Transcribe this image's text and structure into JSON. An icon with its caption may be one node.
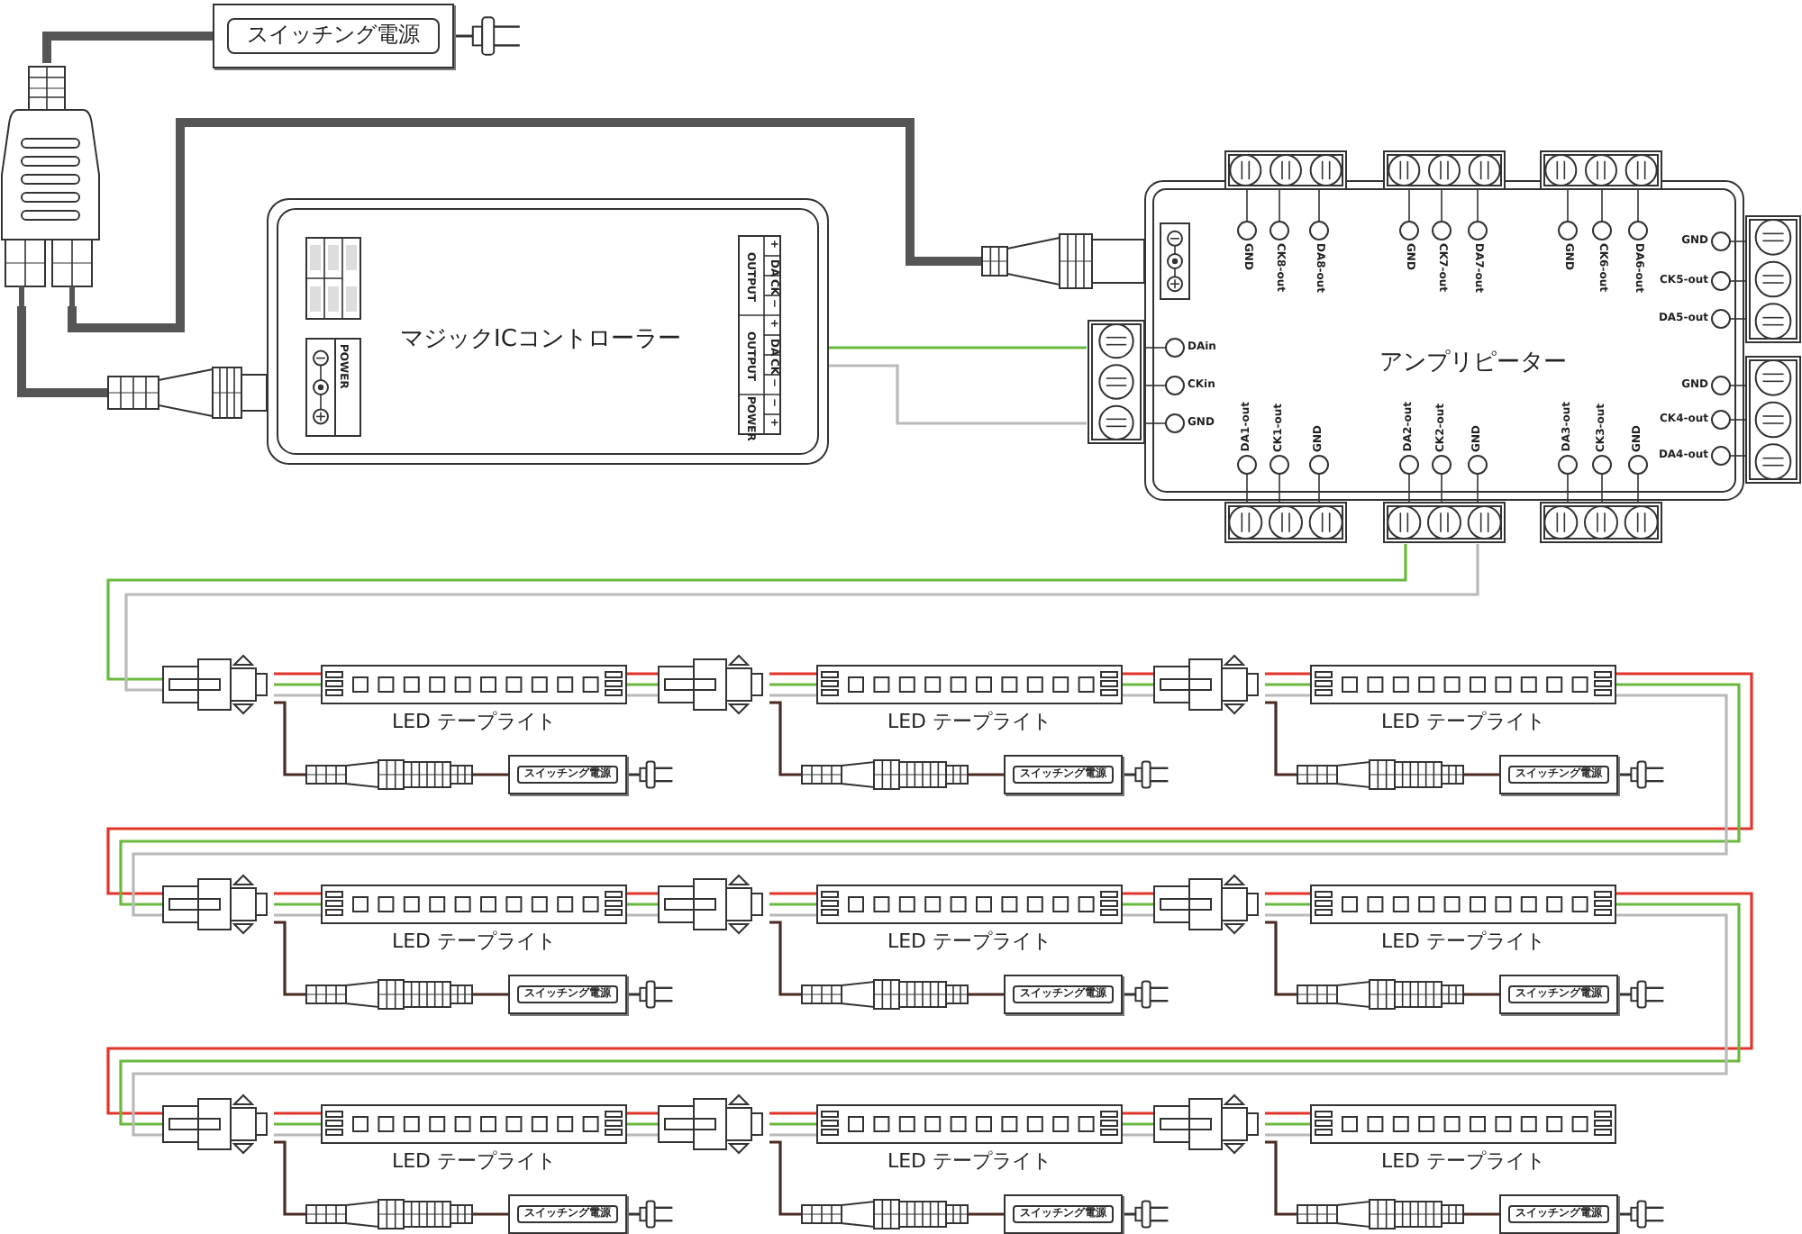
{
  "diagram": {
    "nodes": [
      {
        "text": [
          "スイッチング電源"
        ]
      },
      {
        "text": [],
        "shape": "picture"
      },
      {
        "text": [
          "マジックICコントローラー"
        ]
      },
      {
        "text": [
          "アンプリピーター"
        ]
      },
      {
        "text": [],
        "shape": "box"
      },
      {
        "text": [
          "LED テープライト"
        ]
      },
      {
        "text": [
          "スイッチング電源"
        ]
      },
      {
        "text": [],
        "shape": "box"
      },
      {
        "text": [
          "LED テープライト"
        ]
      },
      {
        "text": [
          "スイッチング電源"
        ]
      },
      {
        "text": [],
        "shape": "box"
      },
      {
        "text": [
          "LED テープライト"
        ]
      },
      {
        "text": [
          "スイッチング電源"
        ]
      },
      {
        "text": [],
        "shape": "box"
      },
      {
        "text": [
          "LED テープライト"
        ]
      },
      {
        "text": [
          "スイッチング電源"
        ]
      },
      {
        "text": [],
        "shape": "box"
      },
      {
        "text": [
          "LED テープライト"
        ]
      },
      {
        "text": [
          "スイッチング電源"
        ]
      },
      {
        "text": [],
        "shape": "box"
      },
      {
        "text": [
          "LED テープライト"
        ]
      },
      {
        "text": [
          "スイッチング電源"
        ]
      },
      {
        "text": [],
        "shape": "box"
      },
      {
        "text": [
          "LED テープライト"
        ]
      },
      {
        "text": [
          "スイッチング電源"
        ]
      },
      {
        "text": [],
        "shape": "box"
      },
      {
        "text": [
          "LED テープライト"
        ]
      },
      {
        "text": [
          "スイッチング電源"
        ]
      },
      {
        "text": [],
        "shape": "box"
      },
      {
        "text": [
          "LED テープライト"
        ]
      },
      {
        "text": [
          "スイッチング電源"
        ]
      }
    ],
    "edges": [
      {
        "from": 0,
        "to": 1,
        "arrow": "none",
        "style": "thick",
        "color": "#555555"
      },
      {
        "from": 1,
        "to": 2,
        "arrow": "none",
        "style": "thick",
        "color": "#555555"
      },
      {
        "from": 1,
        "to": 3,
        "arrow": "none",
        "style": "thick",
        "color": "#555555"
      },
      {
        "from": 2,
        "to": 3,
        "arrow": "none",
        "color": "#6ab93f"
      },
      {
        "from": 2,
        "to": 3,
        "arrow": "none",
        "color": "#b9b9b9"
      },
      {
        "from": 3,
        "to": 4,
        "arrow": "none",
        "color": "#6ab93f"
      },
      {
        "from": 3,
        "to": 4,
        "arrow": "none",
        "color": "#b9b9b9"
      },
      {
        "from": 4,
        "to": 5,
        "arrow": "none",
        "color": "#e2342b"
      },
      {
        "from": 4,
        "to": 5,
        "arrow": "none",
        "color": "#6ab93f"
      },
      {
        "from": 4,
        "to": 5,
        "arrow": "none",
        "color": "#b9b9b9"
      },
      {
        "from": 4,
        "to": 6,
        "arrow": "none",
        "color": "#4a2a22"
      },
      {
        "from": 5,
        "to": 7,
        "arrow": "none",
        "color": "#e2342b"
      },
      {
        "from": 5,
        "to": 7,
        "arrow": "none",
        "color": "#6ab93f"
      },
      {
        "from": 5,
        "to": 7,
        "arrow": "none",
        "color": "#b9b9b9"
      },
      {
        "from": 7,
        "to": 8,
        "arrow": "none",
        "color": "#e2342b"
      },
      {
        "from": 7,
        "to": 8,
        "arrow": "none",
        "color": "#6ab93f"
      },
      {
        "from": 7,
        "to": 8,
        "arrow": "none",
        "color": "#b9b9b9"
      },
      {
        "from": 7,
        "to": 9,
        "arrow": "none",
        "color": "#4a2a22"
      },
      {
        "from": 8,
        "to": 10,
        "arrow": "none",
        "color": "#e2342b"
      },
      {
        "from": 8,
        "to": 10,
        "arrow": "none",
        "color": "#6ab93f"
      },
      {
        "from": 8,
        "to": 10,
        "arrow": "none",
        "color": "#b9b9b9"
      },
      {
        "from": 10,
        "to": 11,
        "arrow": "none",
        "color": "#e2342b"
      },
      {
        "from": 10,
        "to": 11,
        "arrow": "none",
        "color": "#6ab93f"
      },
      {
        "from": 10,
        "to": 11,
        "arrow": "none",
        "color": "#b9b9b9"
      },
      {
        "from": 10,
        "to": 12,
        "arrow": "none",
        "color": "#4a2a22"
      },
      {
        "from": 11,
        "to": 13,
        "arrow": "none",
        "color": "#e2342b"
      },
      {
        "from": 11,
        "to": 13,
        "arrow": "none",
        "color": "#6ab93f"
      },
      {
        "from": 11,
        "to": 13,
        "arrow": "none",
        "color": "#b9b9b9"
      },
      {
        "from": 13,
        "to": 14,
        "arrow": "none",
        "color": "#e2342b"
      },
      {
        "from": 13,
        "to": 14,
        "arrow": "none",
        "color": "#6ab93f"
      },
      {
        "from": 13,
        "to": 14,
        "arrow": "none",
        "color": "#b9b9b9"
      },
      {
        "from": 13,
        "to": 15,
        "arrow": "none",
        "color": "#4a2a22"
      },
      {
        "from": 14,
        "to": 16,
        "arrow": "none",
        "color": "#e2342b"
      },
      {
        "from": 14,
        "to": 16,
        "arrow": "none",
        "color": "#6ab93f"
      },
      {
        "from": 14,
        "to": 16,
        "arrow": "none",
        "color": "#b9b9b9"
      },
      {
        "from": 16,
        "to": 17,
        "arrow": "none",
        "color": "#e2342b"
      },
      {
        "from": 16,
        "to": 17,
        "arrow": "none",
        "color": "#6ab93f"
      },
      {
        "from": 16,
        "to": 17,
        "arrow": "none",
        "color": "#b9b9b9"
      },
      {
        "from": 16,
        "to": 18,
        "arrow": "none",
        "color": "#4a2a22"
      },
      {
        "from": 17,
        "to": 19,
        "arrow": "none",
        "color": "#e2342b"
      },
      {
        "from": 17,
        "to": 19,
        "arrow": "none",
        "color": "#6ab93f"
      },
      {
        "from": 17,
        "to": 19,
        "arrow": "none",
        "color": "#b9b9b9"
      },
      {
        "from": 19,
        "to": 20,
        "arrow": "none",
        "color": "#e2342b"
      },
      {
        "from": 19,
        "to": 20,
        "arrow": "none",
        "color": "#6ab93f"
      },
      {
        "from": 19,
        "to": 20,
        "arrow": "none",
        "color": "#b9b9b9"
      },
      {
        "from": 19,
        "to": 21,
        "arrow": "none",
        "color": "#4a2a22"
      },
      {
        "from": 20,
        "to": 22,
        "arrow": "none",
        "color": "#e2342b"
      },
      {
        "from": 20,
        "to": 22,
        "arrow": "none",
        "color": "#6ab93f"
      },
      {
        "from": 20,
        "to": 22,
        "arrow": "none",
        "color": "#b9b9b9"
      },
      {
        "from": 22,
        "to": 23,
        "arrow": "none",
        "color": "#e2342b"
      },
      {
        "from": 22,
        "to": 23,
        "arrow": "none",
        "color": "#6ab93f"
      },
      {
        "from": 22,
        "to": 23,
        "arrow": "none",
        "color": "#b9b9b9"
      },
      {
        "from": 22,
        "to": 24,
        "arrow": "none",
        "color": "#4a2a22"
      },
      {
        "from": 23,
        "to": 25,
        "arrow": "none",
        "color": "#e2342b"
      },
      {
        "from": 23,
        "to": 25,
        "arrow": "none",
        "color": "#6ab93f"
      },
      {
        "from": 23,
        "to": 25,
        "arrow": "none",
        "color": "#b9b9b9"
      },
      {
        "from": 25,
        "to": 26,
        "arrow": "none",
        "color": "#e2342b"
      },
      {
        "from": 25,
        "to": 26,
        "arrow": "none",
        "color": "#6ab93f"
      },
      {
        "from": 25,
        "to": 26,
        "arrow": "none",
        "color": "#b9b9b9"
      },
      {
        "from": 25,
        "to": 27,
        "arrow": "none",
        "color": "#4a2a22"
      },
      {
        "from": 26,
        "to": 28,
        "arrow": "none",
        "color": "#e2342b"
      },
      {
        "from": 26,
        "to": 28,
        "arrow": "none",
        "color": "#6ab93f"
      },
      {
        "from": 26,
        "to": 28,
        "arrow": "none",
        "color": "#b9b9b9"
      },
      {
        "from": 28,
        "to": 29,
        "arrow": "none",
        "color": "#e2342b"
      },
      {
        "from": 28,
        "to": 29,
        "arrow": "none",
        "color": "#6ab93f"
      },
      {
        "from": 28,
        "to": 29,
        "arrow": "none",
        "color": "#b9b9b9"
      },
      {
        "from": 28,
        "to": 30,
        "arrow": "none",
        "color": "#4a2a22"
      }
    ],
    "labels": [
      "POWER",
      "OUTPUT",
      "+",
      "DA",
      "CK",
      "−",
      "OUTPUT",
      "+",
      "DA",
      "CK",
      "−",
      "POWER",
      "−",
      "+",
      "GND",
      "CK8-out",
      "DA8-out",
      "GND",
      "CK7-out",
      "DA7-out",
      "GND",
      "CK6-out",
      "DA6-out",
      "GND",
      "CK5-out",
      "DA5-out",
      "DAin",
      "CKin",
      "GND",
      "GND",
      "CK4-out",
      "DA4-out",
      "DA1-out",
      "CK1-out",
      "GND",
      "DA2-out",
      "CK2-out",
      "GND",
      "DA3-out",
      "CK3-out",
      "GND"
    ]
  }
}
